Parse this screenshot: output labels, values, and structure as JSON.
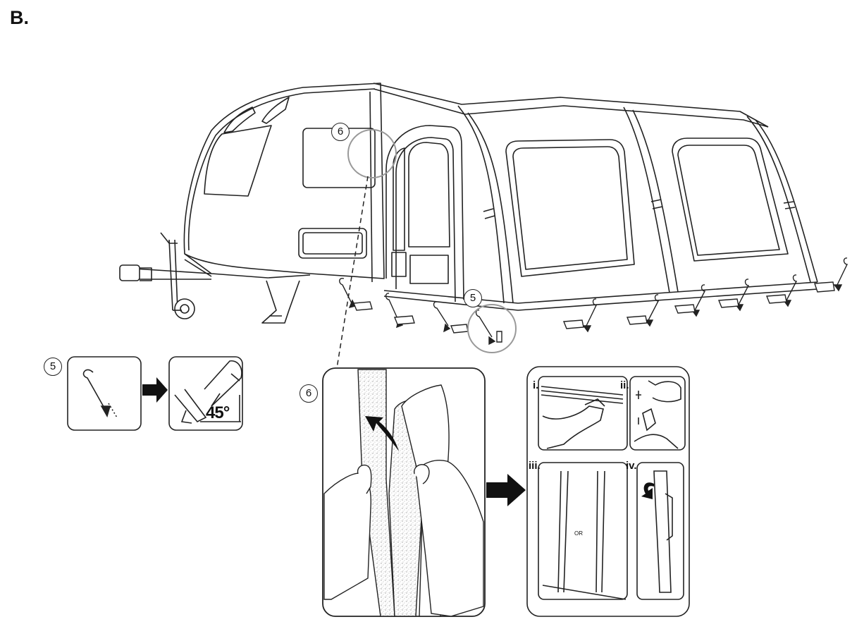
{
  "section": {
    "title": "B."
  },
  "callouts": {
    "six": "6",
    "five": "5",
    "five_detail": "5",
    "six_detail": "6"
  },
  "peg_detail": {
    "angle": "45°"
  },
  "joining_detail": {
    "sub_i": "i.",
    "sub_ii": "ii.",
    "sub_iii": "iii.",
    "sub_iv": "iv.",
    "or_text": "OR"
  },
  "icons": [
    "caravan-illustration",
    "awning-illustration",
    "peg-icon",
    "arrow-right-icon",
    "hands-illustration",
    "curved-arrow-icon"
  ],
  "colors": {
    "line": "#222222",
    "fill": "#ffffff",
    "arrow": "#111111",
    "speckle": "#bdbdbd"
  }
}
